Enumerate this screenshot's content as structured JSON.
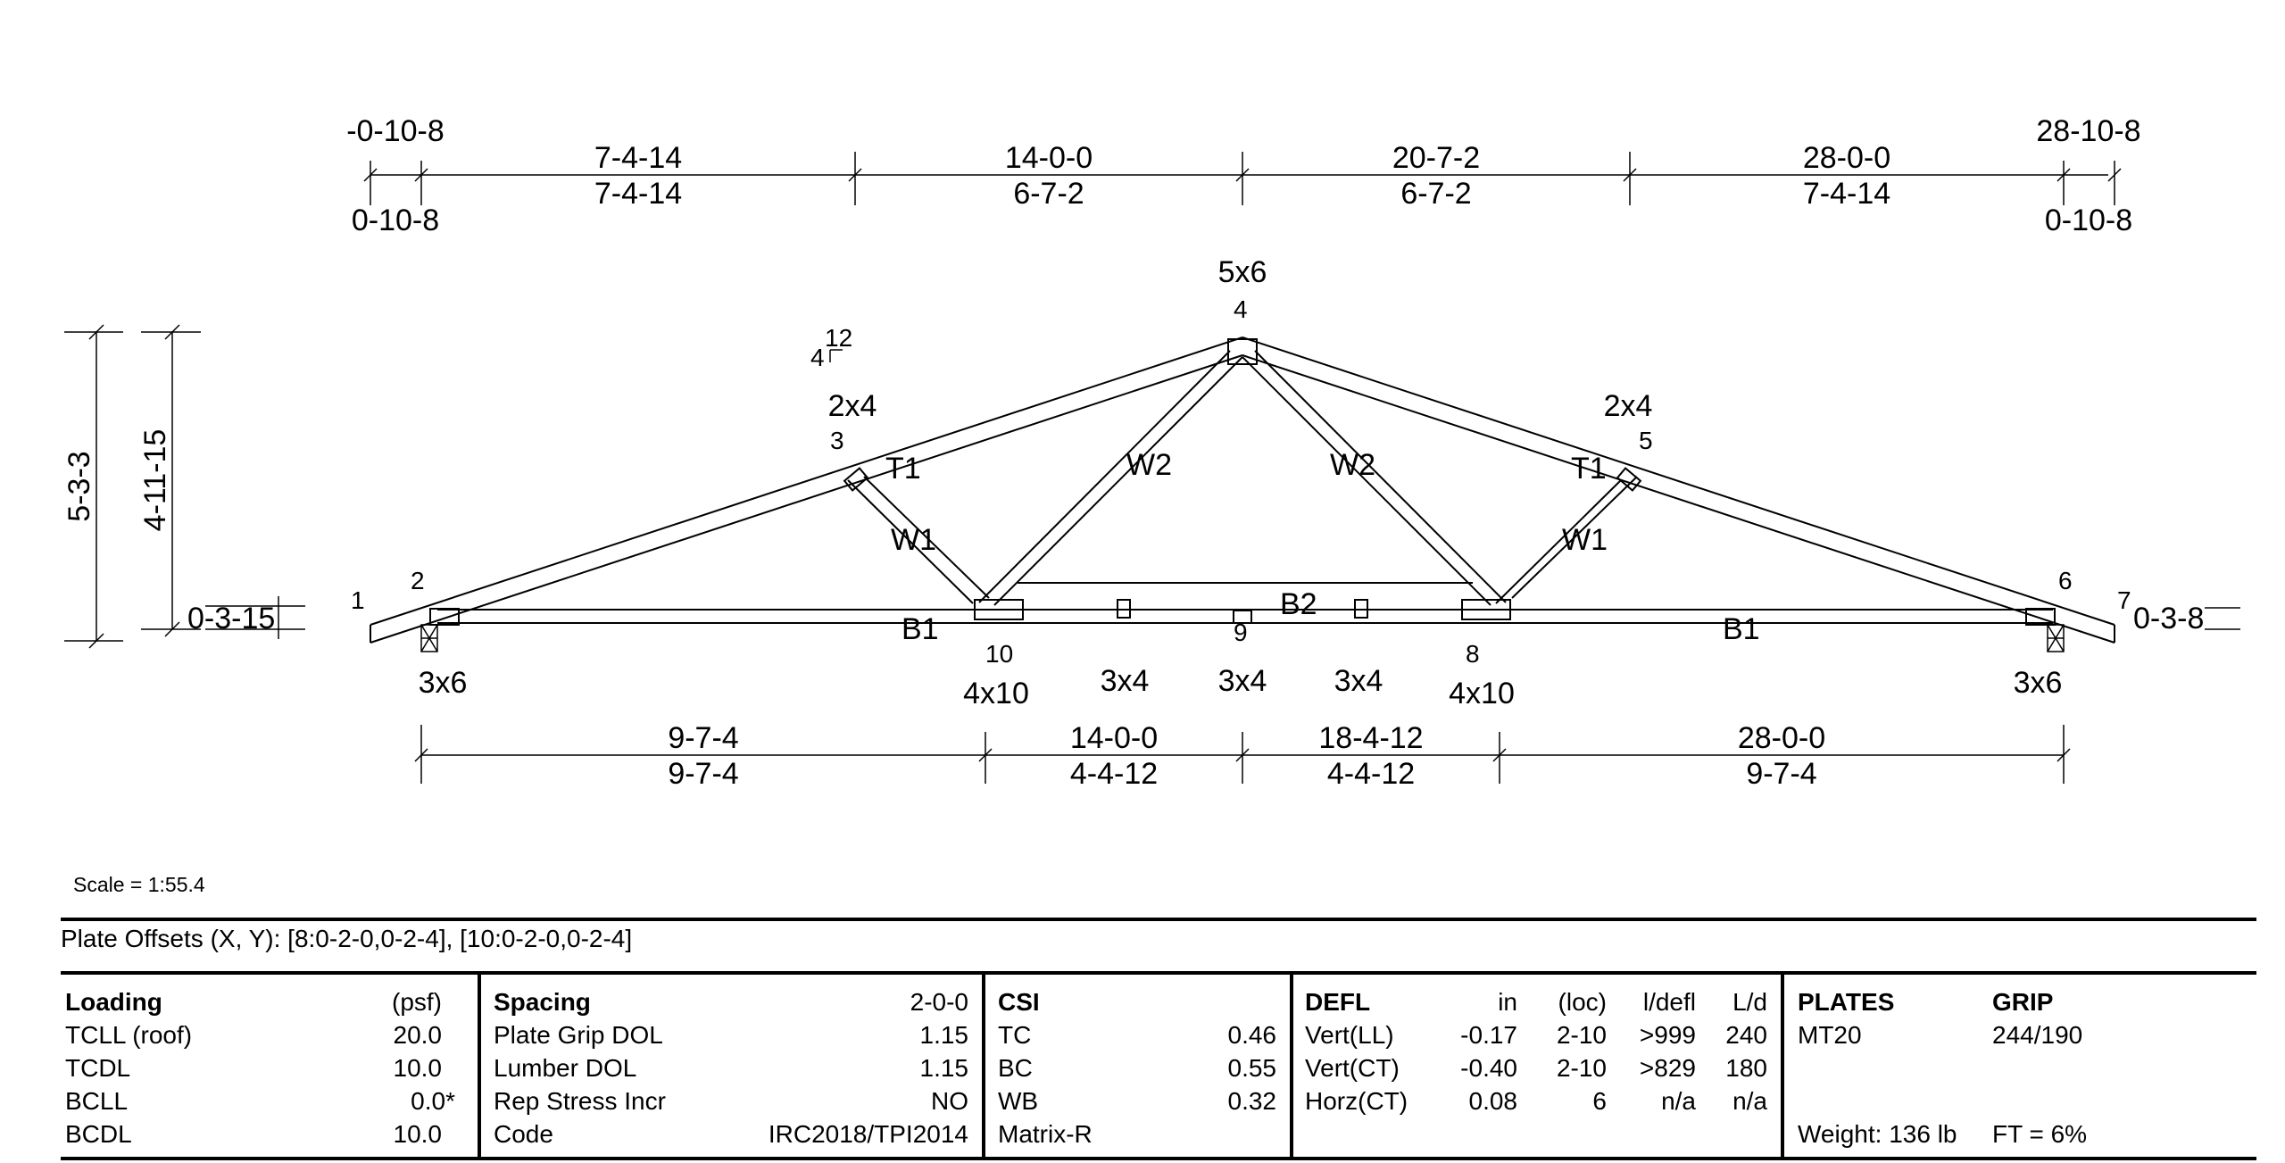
{
  "top_dims": {
    "overhang_left_top": "-0-10-8",
    "overhang_left_bottom": "0-10-8",
    "overhang_right_top": "28-10-8",
    "overhang_right_bottom": "0-10-8",
    "cumulative": [
      "7-4-14",
      "14-0-0",
      "20-7-2",
      "28-0-0"
    ],
    "segments": [
      "7-4-14",
      "6-7-2",
      "6-7-2",
      "7-4-14"
    ]
  },
  "bottom_dims": {
    "cumulative": [
      "9-7-4",
      "14-0-0",
      "18-4-12",
      "28-0-0"
    ],
    "segments": [
      "9-7-4",
      "4-4-12",
      "4-4-12",
      "9-7-4"
    ]
  },
  "heights": {
    "overall": "5-3-3",
    "inner": "4-11-15",
    "left_heel": "0-3-15",
    "right_heel": "0-3-8"
  },
  "pitch": {
    "rise": "4",
    "run": "12"
  },
  "joints": [
    "1",
    "2",
    "3",
    "4",
    "5",
    "6",
    "7",
    "8",
    "9",
    "10"
  ],
  "members": {
    "t1_left": "T1",
    "t1_right": "T1",
    "w1_left": "W1",
    "w1_right": "W1",
    "w2_left": "W2",
    "w2_right": "W2",
    "b1_left": "B1",
    "b1_right": "B1",
    "b2": "B2"
  },
  "plates": {
    "apex": "5x6",
    "joint3": "2x4",
    "joint5": "2x4",
    "left_support": "3x6",
    "right_support": "3x6",
    "joint10": "4x10",
    "joint8": "4x10",
    "mid_left": "3x4",
    "mid": "3x4",
    "mid_right": "3x4"
  },
  "scale": "Scale = 1:55.4",
  "plate_offsets": "Plate Offsets (X, Y):  [8:0-2-0,0-2-4], [10:0-2-0,0-2-4]",
  "loading": {
    "header": "Loading",
    "unit": "(psf)",
    "rows": [
      {
        "label": "TCLL (roof)",
        "value": "20.0"
      },
      {
        "label": "TCDL",
        "value": "10.0"
      },
      {
        "label": "BCLL",
        "value": "0.0*"
      },
      {
        "label": "BCDL",
        "value": "10.0"
      }
    ]
  },
  "spacing": {
    "header": "Spacing",
    "value": "2-0-0",
    "rows": [
      {
        "label": "Plate Grip DOL",
        "value": "1.15"
      },
      {
        "label": "Lumber DOL",
        "value": "1.15"
      },
      {
        "label": "Rep Stress Incr",
        "value": "NO"
      },
      {
        "label": "Code",
        "value": "IRC2018/TPI2014"
      }
    ]
  },
  "csi": {
    "header": "CSI",
    "rows": [
      {
        "label": "TC",
        "value": "0.46"
      },
      {
        "label": "BC",
        "value": "0.55"
      },
      {
        "label": "WB",
        "value": "0.32"
      },
      {
        "label": "Matrix-R",
        "value": ""
      }
    ]
  },
  "defl": {
    "header": "DEFL",
    "cols": [
      "in",
      "(loc)",
      "l/defl",
      "L/d"
    ],
    "rows": [
      {
        "label": "Vert(LL)",
        "in": "-0.17",
        "loc": "2-10",
        "ldefl": ">999",
        "ld": "240"
      },
      {
        "label": "Vert(CT)",
        "in": "-0.40",
        "loc": "2-10",
        "ldefl": ">829",
        "ld": "180"
      },
      {
        "label": "Horz(CT)",
        "in": "0.08",
        "loc": "6",
        "ldefl": "n/a",
        "ld": "n/a"
      }
    ]
  },
  "plates_table": {
    "header": "PLATES",
    "grip_header": "GRIP",
    "plate": "MT20",
    "grip": "244/190",
    "weight": "Weight: 136 lb",
    "ft": "FT = 6%"
  }
}
